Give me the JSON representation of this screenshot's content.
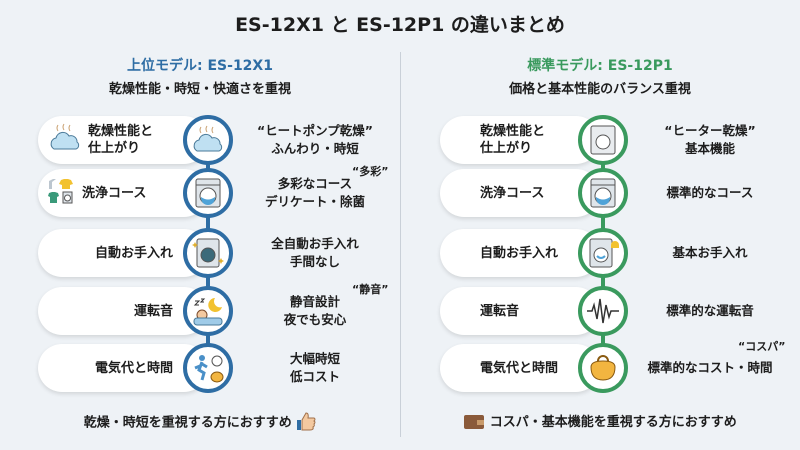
{
  "title": "ES-12X1 と ES-12P1 の違いまとめ",
  "colors": {
    "premium": "#2e6da4",
    "standard": "#3a9a5e",
    "background": "#eef2f6"
  },
  "left": {
    "heading": "上位モデル: ES-12X1",
    "subtitle": "乾燥性能・時短・快適さを重視",
    "rows": [
      {
        "label": "乾燥性能と\n仕上がり",
        "icon": "cloud-steam-icon",
        "desc": "“ヒートポンプ乾燥”\nふんわり・時短"
      },
      {
        "label": "洗浄コース",
        "icon": "washing-machine-icon",
        "desc": "多彩なコース\nデリケート・除菌",
        "note": "“多彩”"
      },
      {
        "label": "自動お手入れ",
        "icon": "sparkling-washer-icon",
        "desc": "全自動お手入れ\n手間なし"
      },
      {
        "label": "運転音",
        "icon": "sleeping-person-icon",
        "desc": "静音設計\n夜でも安心",
        "note": "“静音”"
      },
      {
        "label": "電気代と時間",
        "icon": "running-timer-icon",
        "desc": "大幅時短\n低コスト"
      }
    ],
    "footer": "乾燥・時短を重視する方におすすめ",
    "footer_icon": "thumbs-up-icon"
  },
  "right": {
    "heading": "標準モデル: ES-12P1",
    "subtitle": "価格と基本性能のバランス重視",
    "rows": [
      {
        "label": "乾燥性能と\n仕上がり",
        "icon": "dryer-icon",
        "desc": "“ヒーター乾燥”\n基本機能"
      },
      {
        "label": "洗浄コース",
        "icon": "washing-machine-icon",
        "desc": "標準的なコース"
      },
      {
        "label": "自動お手入れ",
        "icon": "washer-bell-icon",
        "desc": "基本お手入れ"
      },
      {
        "label": "運転音",
        "icon": "sound-wave-icon",
        "desc": "標準的な運転音"
      },
      {
        "label": "電気代と時間",
        "icon": "coin-purse-icon",
        "desc": "標準的なコスト・時間",
        "note": "“コスパ”"
      }
    ],
    "footer": "コスパ・基本機能を重視する方におすすめ",
    "footer_icon": "wallet-icon"
  }
}
